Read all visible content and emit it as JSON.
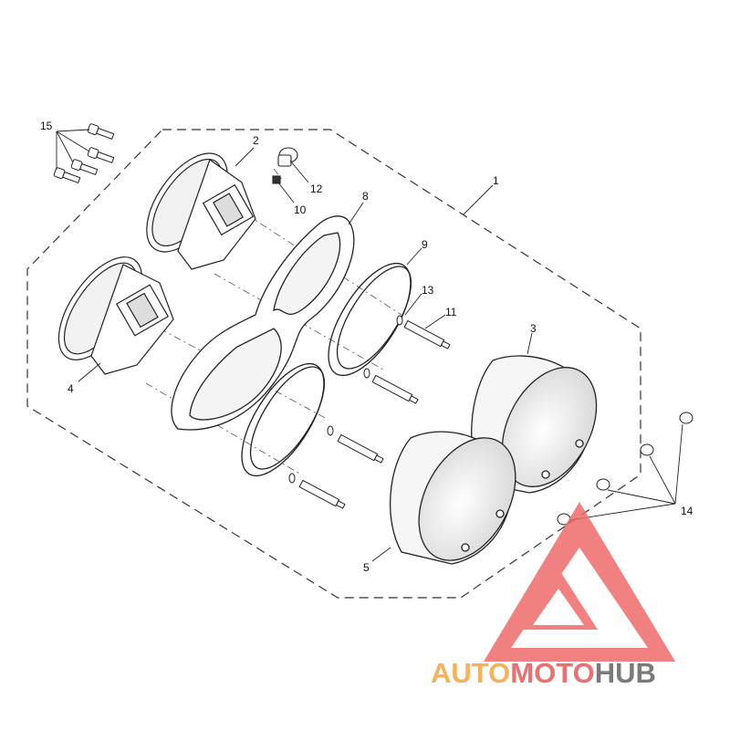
{
  "diagram": {
    "callouts": [
      {
        "id": "1",
        "label": "1"
      },
      {
        "id": "2",
        "label": "2"
      },
      {
        "id": "3",
        "label": "3"
      },
      {
        "id": "4",
        "label": "4"
      },
      {
        "id": "5",
        "label": "5"
      },
      {
        "id": "8",
        "label": "8"
      },
      {
        "id": "9",
        "label": "9"
      },
      {
        "id": "10",
        "label": "10"
      },
      {
        "id": "11",
        "label": "11"
      },
      {
        "id": "12",
        "label": "12"
      },
      {
        "id": "13",
        "label": "13"
      },
      {
        "id": "14",
        "label": "14"
      },
      {
        "id": "15",
        "label": "15"
      }
    ]
  },
  "watermark": {
    "part1": "AUTO",
    "part2": "MOTO",
    "part3": "HUB",
    "colors": {
      "auto": "#f5b25a",
      "moto": "#ee6f6f",
      "hub": "#7a7a7a",
      "logo": "#ef6a6a"
    }
  }
}
